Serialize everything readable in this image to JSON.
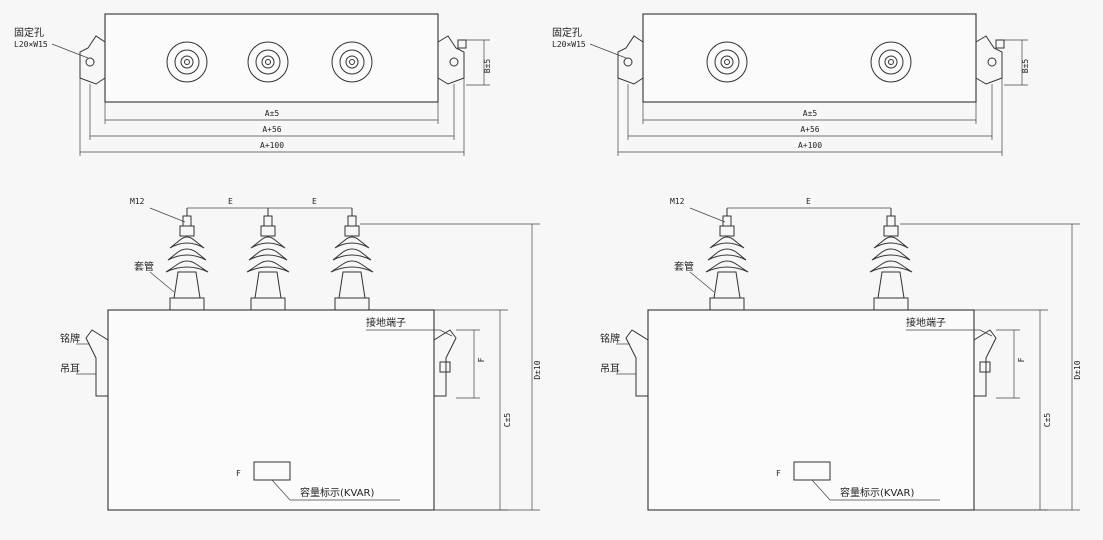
{
  "labels": {
    "fix_hole": "固定孔",
    "fix_hole_size": "L20×W15",
    "dim_a5": "A±5",
    "dim_a56": "A+56",
    "dim_a100": "A+100",
    "dim_b5": "B±5",
    "m12": "M12",
    "e": "E",
    "bushing": "套管",
    "nameplate": "铭牌",
    "lifting_lug": "吊耳",
    "ground_terminal": "接地端子",
    "f": "F",
    "d10": "D±10",
    "c5": "C±5",
    "capacity_label": "容量标示(KVAR)"
  }
}
